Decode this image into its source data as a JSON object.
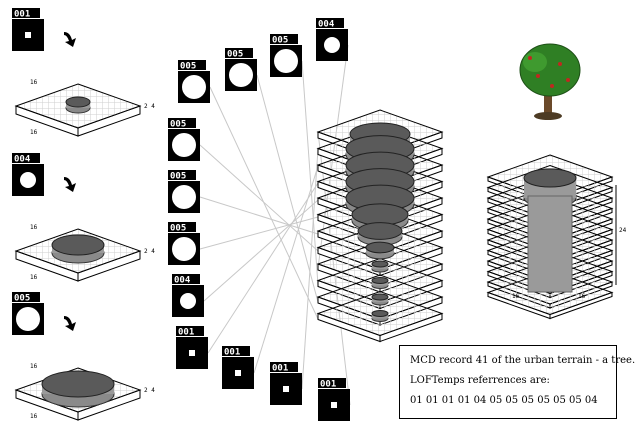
{
  "left_examples": [
    {
      "id": "001",
      "shape": "small"
    },
    {
      "id": "004",
      "shape": "circle"
    },
    {
      "id": "005",
      "shape": "large"
    }
  ],
  "grid_label": "16",
  "small_height_label": "24",
  "tile_labels": [
    "005",
    "005",
    "005",
    "004",
    "005",
    "005",
    "005",
    "004",
    "001",
    "001",
    "001",
    "001"
  ],
  "tower_labels": {
    "left": "16",
    "right": "16",
    "height": "24"
  },
  "caption": {
    "line1": "MCD record 41 of the urban terrain - a tree.",
    "line2": "LOFTemps referrences are:",
    "line3": "01 01 01 01 04 05 05 05 05 05 05 04"
  },
  "colors": {
    "black": "#000000",
    "gray": "#b0b0b0",
    "dark": "#505050",
    "grid": "#c8c8c8",
    "tree": "#2f7f24"
  }
}
